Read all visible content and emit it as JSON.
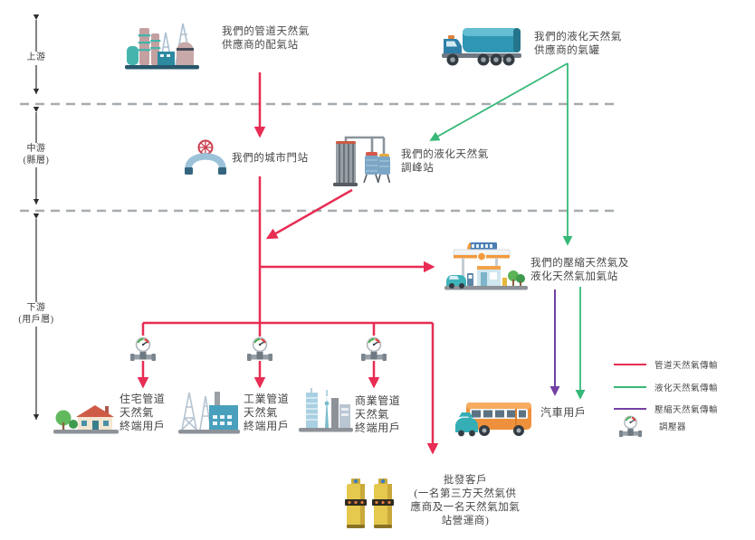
{
  "diagram": {
    "title_hint": "gas-supply-chain-flow",
    "axis": {
      "upstream": "上游",
      "midstream": "中游\n(縣層)",
      "downstream": "下游\n(用戶層)"
    },
    "nodes": {
      "pipeline_supplier": "我們的管道天然氣\n供應商的配氣站",
      "lng_supplier": "我們的液化天然氣\n供應商的氣罐",
      "city_gate": "我們的城市門站",
      "lng_peaking": "我們的液化天然氣\n調峰站",
      "refueling_station": "我們的壓縮天然氣及\n液化天然氣加氣站",
      "residential": "住宅管道\n天然氣\n終端用戶",
      "industrial": "工業管道\n天然氣\n終端用戶",
      "commercial": "商業管道\n天然氣\n終端用戶",
      "vehicle": "汽車用戶",
      "wholesale": "批發客戶\n(一名第三方天然氣供\n應商及一名天然氣加氣\n站營運商)"
    },
    "legend": {
      "items": [
        {
          "key": "pipeline",
          "label": "管道天然氣傳輸",
          "color": "#e82c53"
        },
        {
          "key": "lng",
          "label": "液化天然氣傳輸",
          "color": "#36b878"
        },
        {
          "key": "cng",
          "label": "壓縮天然氣傳輸",
          "color": "#7440a3"
        },
        {
          "key": "regulator",
          "label": "調壓器",
          "icon": "regulator-icon"
        }
      ]
    },
    "colors": {
      "pipeline": "#e82c53",
      "lng": "#36b878",
      "cng": "#7440a3",
      "dashed": "#a6abb0",
      "axis": "#2e2e2e",
      "text": "#474747"
    }
  }
}
